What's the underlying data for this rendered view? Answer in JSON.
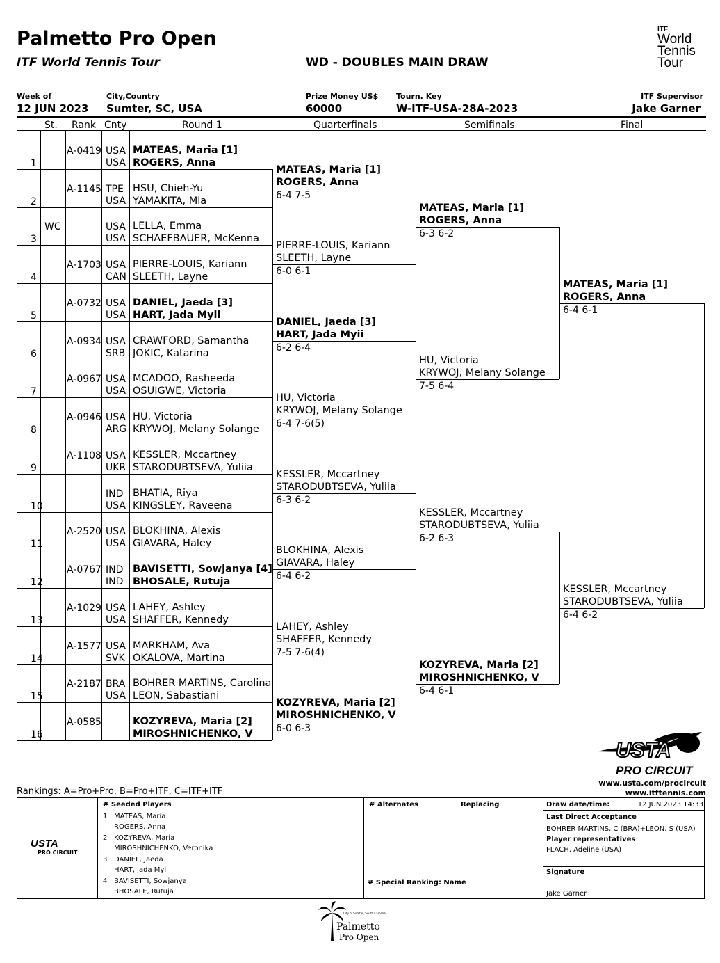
{
  "header": {
    "title": "Palmetto Pro Open",
    "subtitle": "ITF World Tennis Tour",
    "draw_name": "WD - DOUBLES MAIN DRAW",
    "logo": {
      "itf": "ITF",
      "line1": "World",
      "line2": "Tennis",
      "line3": "Tour"
    }
  },
  "info": {
    "week_label": "Week of",
    "week": "12 JUN 2023",
    "city_label": "City,Country",
    "city": "Sumter, SC, USA",
    "prize_label": "Prize Money US$",
    "prize": "60000",
    "key_label": "Tourn. Key",
    "key": "W-ITF-USA-28A-2023",
    "supervisor_label": "ITF Supervisor",
    "supervisor": "Jake Garner"
  },
  "columns": {
    "st": "St.",
    "rank": "Rank",
    "cnty": "Cnty",
    "r1": "Round 1",
    "qf": "Quarterfinals",
    "sf": "Semifinals",
    "final": "Final"
  },
  "entries": [
    {
      "no": "1",
      "st": "",
      "rank": "A-0419",
      "c1": "USA",
      "c2": "USA",
      "p1": "MATEAS, Maria [1]",
      "p2": "ROGERS, Anna",
      "bold": true
    },
    {
      "no": "2",
      "st": "",
      "rank": "A-1145",
      "c1": "TPE",
      "c2": "USA",
      "p1": "HSU, Chieh-Yu",
      "p2": "YAMAKITA, Mia",
      "bold": false
    },
    {
      "no": "3",
      "st": "WC",
      "rank": "",
      "c1": "USA",
      "c2": "USA",
      "p1": "LELLA, Emma",
      "p2": "SCHAEFBAUER, McKenna",
      "bold": false
    },
    {
      "no": "4",
      "st": "",
      "rank": "A-1703",
      "c1": "USA",
      "c2": "CAN",
      "p1": "PIERRE-LOUIS, Kariann",
      "p2": "SLEETH, Layne",
      "bold": false
    },
    {
      "no": "5",
      "st": "",
      "rank": "A-0732",
      "c1": "USA",
      "c2": "USA",
      "p1": "DANIEL, Jaeda [3]",
      "p2": "HART, Jada Myii",
      "bold": true
    },
    {
      "no": "6",
      "st": "",
      "rank": "A-0934",
      "c1": "USA",
      "c2": "SRB",
      "p1": "CRAWFORD, Samantha",
      "p2": "JOKIC, Katarina",
      "bold": false
    },
    {
      "no": "7",
      "st": "",
      "rank": "A-0967",
      "c1": "USA",
      "c2": "USA",
      "p1": "MCADOO, Rasheeda",
      "p2": "OSUIGWE, Victoria",
      "bold": false
    },
    {
      "no": "8",
      "st": "",
      "rank": "A-0946",
      "c1": "USA",
      "c2": "ARG",
      "p1": "HU, Victoria",
      "p2": "KRYWOJ, Melany Solange",
      "bold": false
    },
    {
      "no": "9",
      "st": "",
      "rank": "A-1108",
      "c1": "USA",
      "c2": "UKR",
      "p1": "KESSLER, Mccartney",
      "p2": "STARODUBTSEVA, Yuliia",
      "bold": false
    },
    {
      "no": "10",
      "st": "",
      "rank": "",
      "c1": "IND",
      "c2": "USA",
      "p1": "BHATIA, Riya",
      "p2": "KINGSLEY, Raveena",
      "bold": false
    },
    {
      "no": "11",
      "st": "",
      "rank": "A-2520",
      "c1": "USA",
      "c2": "USA",
      "p1": "BLOKHINA, Alexis",
      "p2": "GIAVARA, Haley",
      "bold": false
    },
    {
      "no": "12",
      "st": "",
      "rank": "A-0767",
      "c1": "IND",
      "c2": "IND",
      "p1": "BAVISETTI, Sowjanya [4]",
      "p2": "BHOSALE, Rutuja",
      "bold": true
    },
    {
      "no": "13",
      "st": "",
      "rank": "A-1029",
      "c1": "USA",
      "c2": "USA",
      "p1": "LAHEY, Ashley",
      "p2": "SHAFFER, Kennedy",
      "bold": false
    },
    {
      "no": "14",
      "st": "",
      "rank": "A-1577",
      "c1": "USA",
      "c2": "SVK",
      "p1": "MARKHAM, Ava",
      "p2": "OKALOVA, Martina",
      "bold": false
    },
    {
      "no": "15",
      "st": "",
      "rank": "A-2187",
      "c1": "BRA",
      "c2": "USA",
      "p1": "BOHRER MARTINS, Carolina",
      "p2": "LEON, Sabastiani",
      "bold": false
    },
    {
      "no": "16",
      "st": "",
      "rank": "A-0585",
      "c1": "",
      "c2": "",
      "p1": "KOZYREVA, Maria [2]",
      "p2": "MIROSHNICHENKO, V",
      "bold": true
    }
  ],
  "qf": [
    {
      "p1": "MATEAS, Maria [1]",
      "p2": "ROGERS, Anna",
      "score": "6-4 7-5",
      "bold": true
    },
    {
      "p1": "PIERRE-LOUIS, Kariann",
      "p2": "SLEETH, Layne",
      "score": "6-0 6-1",
      "bold": false
    },
    {
      "p1": "DANIEL, Jaeda [3]",
      "p2": "HART, Jada Myii",
      "score": "6-2 6-4",
      "bold": true
    },
    {
      "p1": "HU, Victoria",
      "p2": "KRYWOJ, Melany Solange",
      "score": "6-4 7-6(5)",
      "bold": false
    },
    {
      "p1": "KESSLER, Mccartney",
      "p2": "STARODUBTSEVA, Yuliia",
      "score": "6-3 6-2",
      "bold": false
    },
    {
      "p1": "BLOKHINA, Alexis",
      "p2": "GIAVARA, Haley",
      "score": "6-4 6-2",
      "bold": false
    },
    {
      "p1": "LAHEY, Ashley",
      "p2": "SHAFFER, Kennedy",
      "score": "7-5 7-6(4)",
      "bold": false
    },
    {
      "p1": "KOZYREVA, Maria [2]",
      "p2": "MIROSHNICHENKO, V",
      "score": "6-0 6-3",
      "bold": true
    }
  ],
  "sf": [
    {
      "p1": "MATEAS, Maria [1]",
      "p2": "ROGERS, Anna",
      "score": "6-3 6-2",
      "bold": true
    },
    {
      "p1": "HU, Victoria",
      "p2": "KRYWOJ, Melany Solange",
      "score": "7-5 6-4",
      "bold": false
    },
    {
      "p1": "KESSLER, Mccartney",
      "p2": "STARODUBTSEVA, Yuliia",
      "score": "6-2 6-3",
      "bold": false
    },
    {
      "p1": "KOZYREVA, Maria [2]",
      "p2": "MIROSHNICHENKO, V",
      "score": "6-4 6-1",
      "bold": true
    }
  ],
  "final": [
    {
      "p1": "MATEAS, Maria [1]",
      "p2": "ROGERS, Anna",
      "score": "6-4 6-1",
      "bold": true
    },
    {
      "p1": "KESSLER, Mccartney",
      "p2": "STARODUBTSEVA, Yuliia",
      "score": "6-4 6-2",
      "bold": false
    }
  ],
  "usta_logo": {
    "word": "USTA",
    "line": "PRO CIRCUIT",
    "url1": "www.usta.com/procircuit",
    "url2": "www.itftennis.com"
  },
  "footer": {
    "rankings": "Rankings: A=Pro+Pro, B=Pro+ITF, C=ITF+ITF",
    "usta_small": {
      "word": "USTA",
      "line": "PRO CIRCUIT"
    },
    "seeded_title": "# Seeded Players",
    "seeds": [
      {
        "n": "1",
        "a": "MATEAS, Maria",
        "b": "ROGERS, Anna"
      },
      {
        "n": "2",
        "a": "KOZYREVA, Maria",
        "b": "MIROSHNICHENKO, Veronika"
      },
      {
        "n": "3",
        "a": "DANIEL, Jaeda",
        "b": "HART, Jada Myii"
      },
      {
        "n": "4",
        "a": "BAVISETTI, Sowjanya",
        "b": "BHOSALE, Rutuja"
      }
    ],
    "alternates": "# Alternates",
    "replacing": "Replacing",
    "special": "# Special Ranking: Name",
    "draw_dt_label": "Draw date/time:",
    "draw_dt": "12 JUN 2023 14:33",
    "lda_label": "Last Direct Acceptance",
    "lda": "BOHRER MARTINS, C (BRA)+LEON, S (USA)",
    "rep_label": "Player representatives",
    "rep": "FLACH, Adeline (USA)",
    "sig_label": "Signature",
    "sig": "Jake Garner"
  },
  "bottom_logo": {
    "top": "City of Sumter, South Carolina",
    "line1": "Palmetto",
    "line2": "Pro Open"
  }
}
